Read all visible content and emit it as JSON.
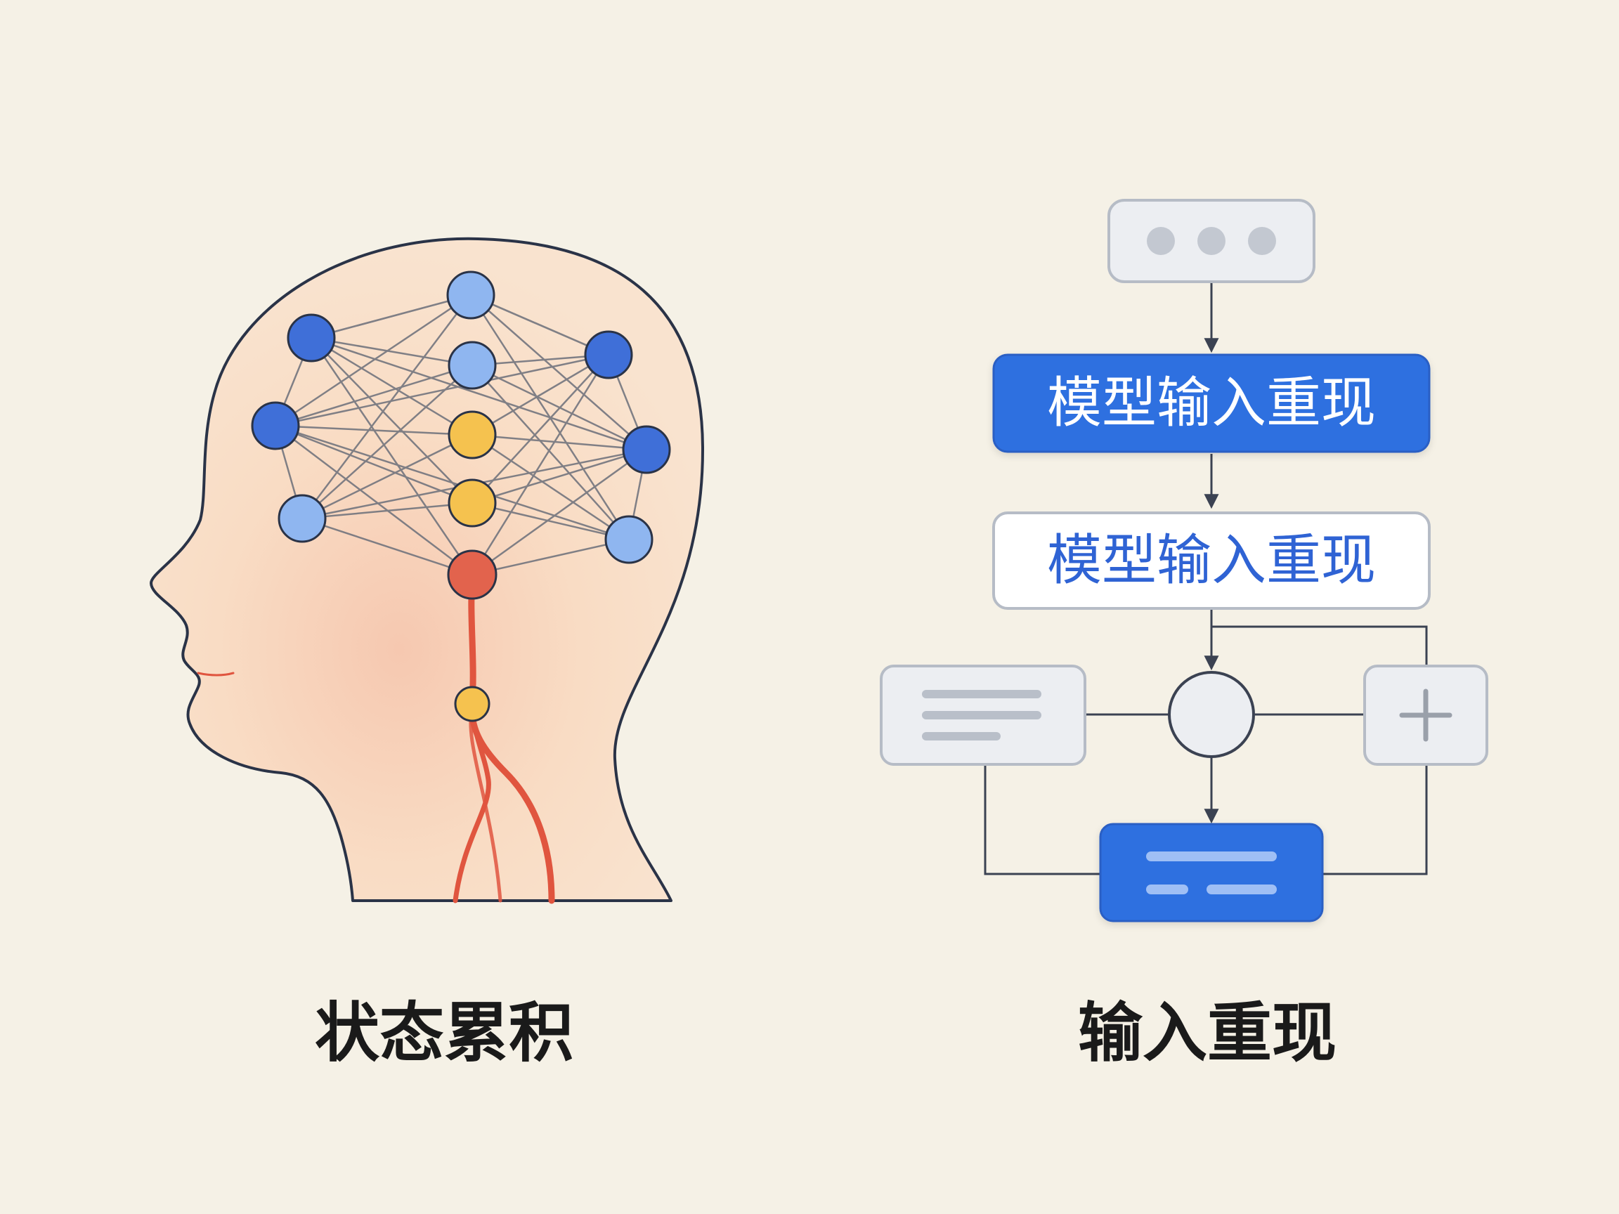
{
  "left_panel": {
    "caption": "状态累积"
  },
  "right_panel": {
    "caption": "输入重现",
    "primary_box_label": "模型输入重现",
    "secondary_box_label": "模型输入重现"
  },
  "colors": {
    "background": "#f5f1e6",
    "head_fill": "#f9dcc4",
    "outline": "#2a3347",
    "node_dark_blue": "#3f6fd8",
    "node_light_blue": "#8fb6f0",
    "node_yellow": "#f5c24f",
    "node_red": "#e2634d",
    "nerve_red": "#e0553f",
    "accent_blue": "#2f6fe0",
    "box_gray": "#eceef2",
    "box_stroke": "#b6bcc6",
    "connector": "#3b4252"
  }
}
